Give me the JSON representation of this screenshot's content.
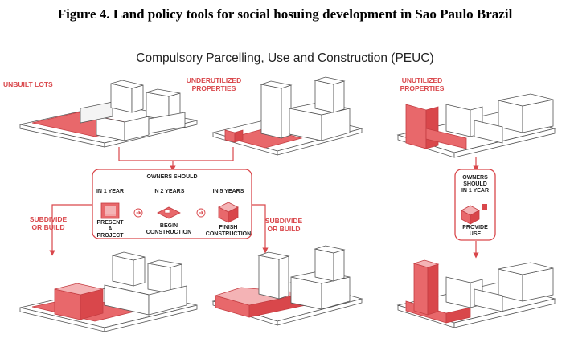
{
  "figure_title": "Figure 4. Land policy tools for social hosuing development in Sao Paulo Brazil",
  "diagram_title": "Compulsory Parcelling, Use and Construction (PEUC)",
  "labels": {
    "unbuilt_lots": "UNBUILT LOTS",
    "underutilized_1": "UNDERUTILIZED",
    "underutilized_2": "PROPERTIES",
    "unutilized_1": "UNUTILIZED",
    "unutilized_2": "PROPERTIES",
    "subdivide_left_1": "SUBDIVIDE",
    "subdivide_left_2": "OR BUILD",
    "subdivide_mid_1": "SUBDIVIDE",
    "subdivide_mid_2": "OR BUILD"
  },
  "timeline_box": {
    "header": "OWNERS SHOULD",
    "steps": [
      {
        "period": "IN 1 YEAR",
        "action_lines": [
          "PRESENT",
          "A",
          "PROJECT"
        ]
      },
      {
        "period": "IN 2 YEARS",
        "action_lines": [
          "BEGIN",
          "CONSTRUCTION"
        ]
      },
      {
        "period": "IN 5 YEARS",
        "action_lines": [
          "FINISH",
          "CONSTRUCTION"
        ]
      }
    ]
  },
  "right_box": {
    "lines": [
      "OWNERS",
      "SHOULD",
      "IN 1 YEAR"
    ],
    "action_lines": [
      "PROVIDE",
      "USE"
    ]
  },
  "colors": {
    "accent": "#d9474b",
    "accent_fill": "#e8686b",
    "line": "#555555"
  },
  "icons": [
    "project-document-icon",
    "construction-site-icon",
    "finished-building-icon",
    "arrow-right-icon",
    "provide-use-building-icon"
  ]
}
